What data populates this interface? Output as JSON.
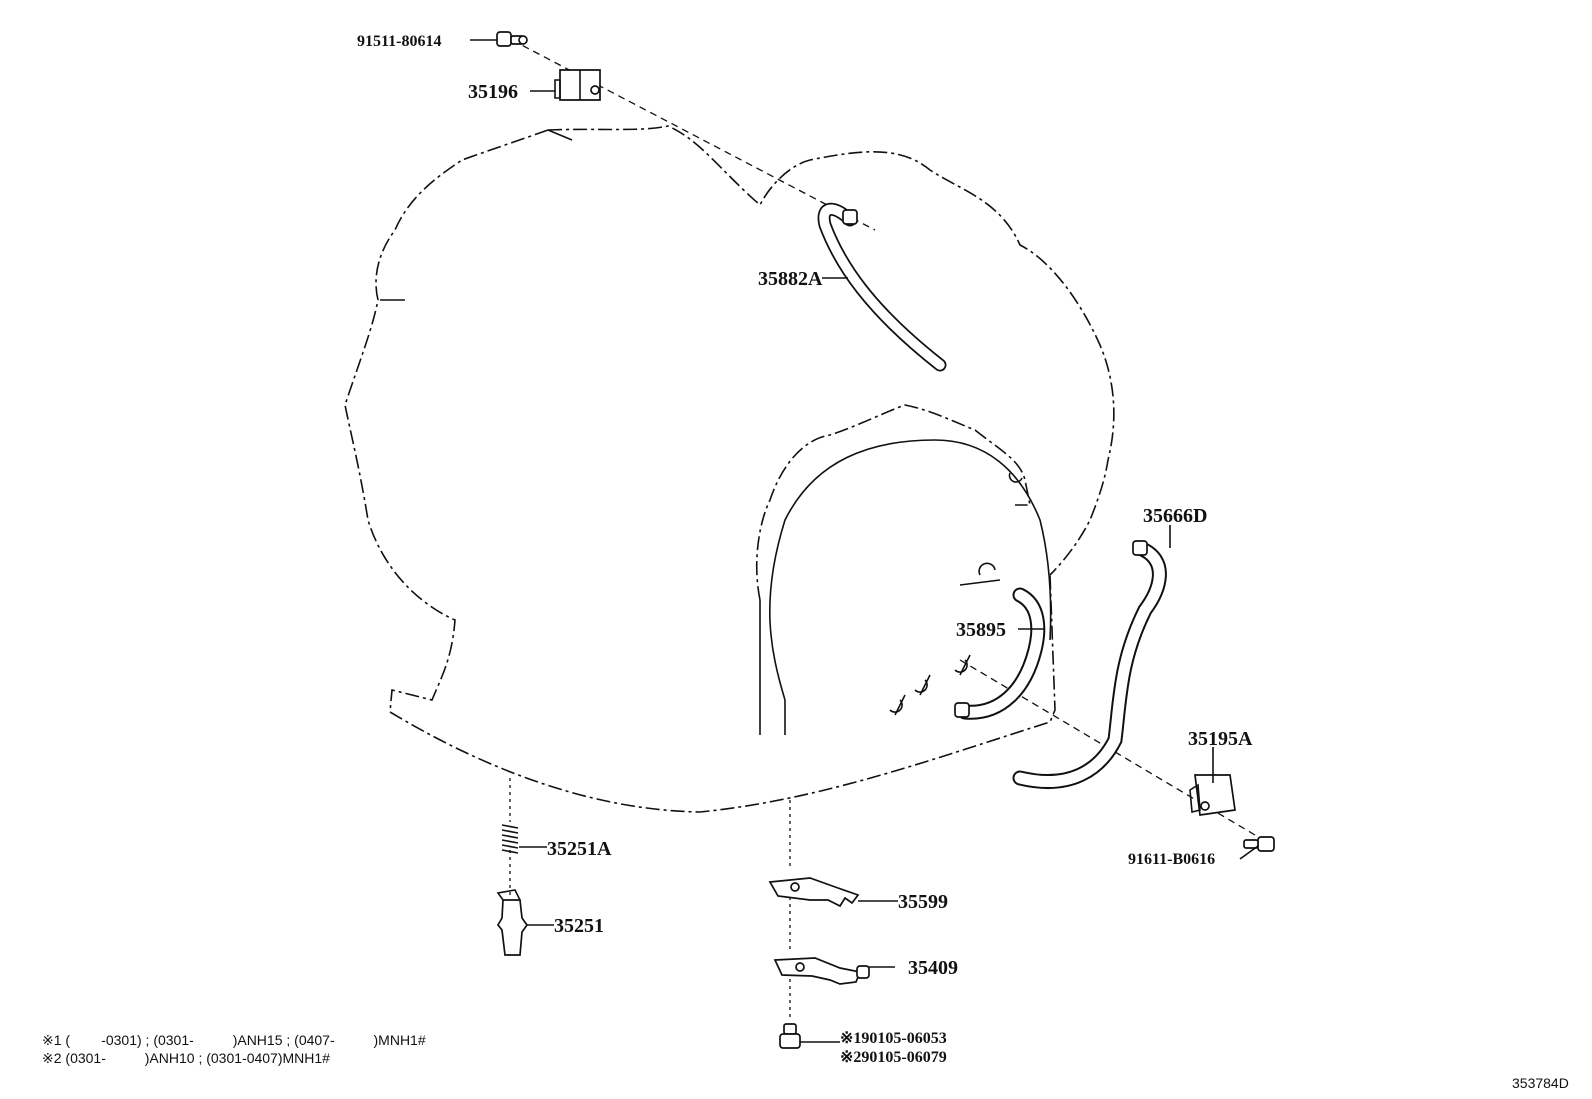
{
  "diagram_id": "353784D",
  "parts": {
    "bolt_top": "91511-80614",
    "clamp_top": "35196",
    "hose_upper": "35882A",
    "hose_right": "35666D",
    "hose_mid": "35895",
    "clamp_right": "35195A",
    "bolt_right": "91611-B0616",
    "spring": "35251A",
    "sensor": "35251",
    "bracket_upper": "35599",
    "bracket_lower": "35409",
    "bolt_1": "※190105-06053",
    "bolt_2": "※290105-06079"
  },
  "notes": [
    "※1 (        -0301) ; (0301-          )ANH15 ; (0407-          )MNH1#",
    "※2 (0301-          )ANH10 ; (0301-0407)MNH1#"
  ]
}
